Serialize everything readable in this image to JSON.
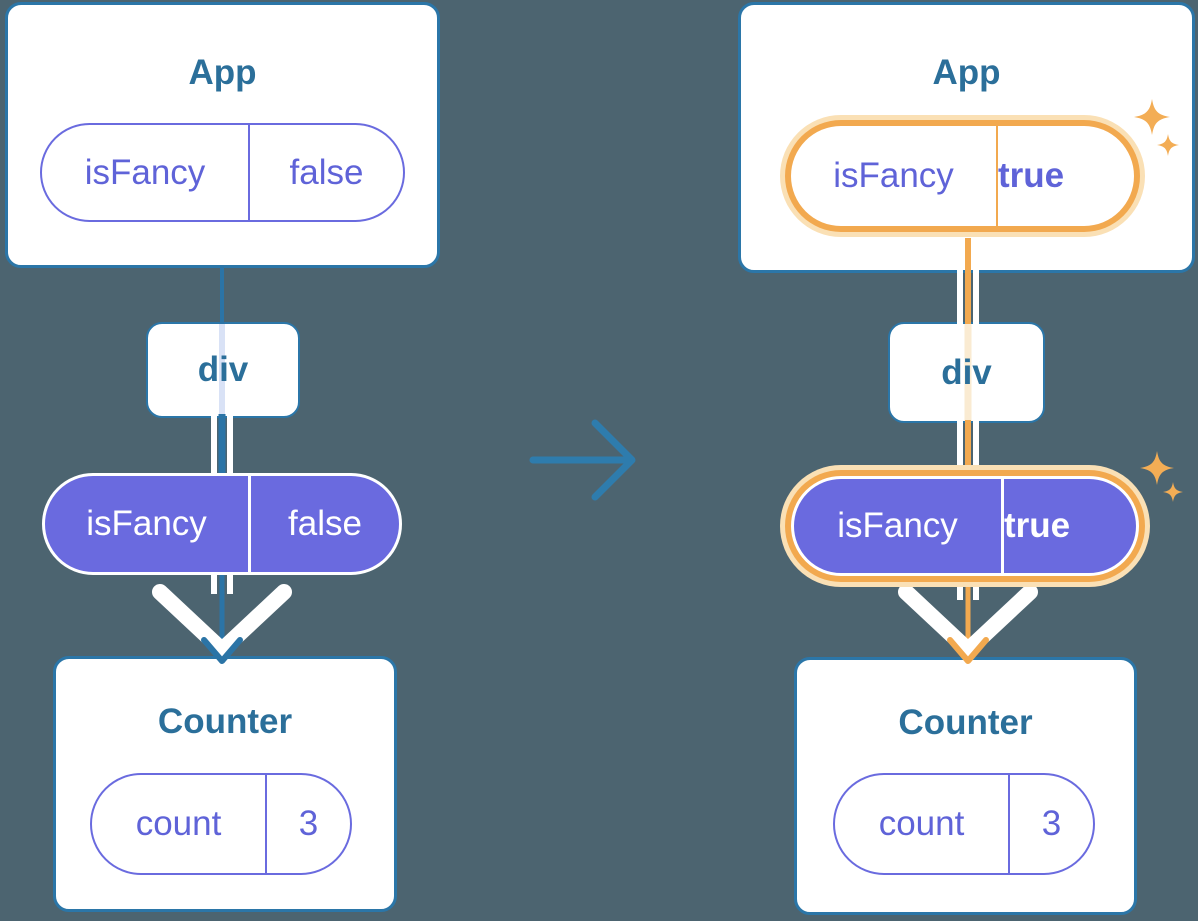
{
  "colors": {
    "background": "#4C6470",
    "card_border": "#2B76A8",
    "heading_text": "#2B6F9A",
    "pill_purple": "#6A6ADF",
    "pill_text_purple": "#5F63D8",
    "highlight_orange": "#F2A94F",
    "highlight_glow": "#FAE0B5",
    "sparkle": "#F3AD55",
    "arrow_blue": "#2E7CAD",
    "connector_blue": "#2B74A6",
    "ghost_line_blue": "#D9E2F6",
    "ghost_line_orange": "#FAEBD2",
    "white": "#FFFFFF"
  },
  "left_tree": {
    "app": {
      "title": "App",
      "prop_pill": {
        "name": "isFancy",
        "value": "false"
      }
    },
    "div": {
      "label": "div"
    },
    "passed_prop_pill": {
      "name": "isFancy",
      "value": "false"
    },
    "counter": {
      "title": "Counter",
      "state_pill": {
        "name": "count",
        "value": "3"
      }
    }
  },
  "right_tree": {
    "app": {
      "title": "App",
      "prop_pill": {
        "name": "isFancy",
        "value": "true"
      }
    },
    "div": {
      "label": "div"
    },
    "passed_prop_pill": {
      "name": "isFancy",
      "value": "true"
    },
    "counter": {
      "title": "Counter",
      "state_pill": {
        "name": "count",
        "value": "3"
      }
    }
  },
  "icons": {
    "transition_arrow": "right-arrow",
    "sparkles": "four-point-star"
  }
}
